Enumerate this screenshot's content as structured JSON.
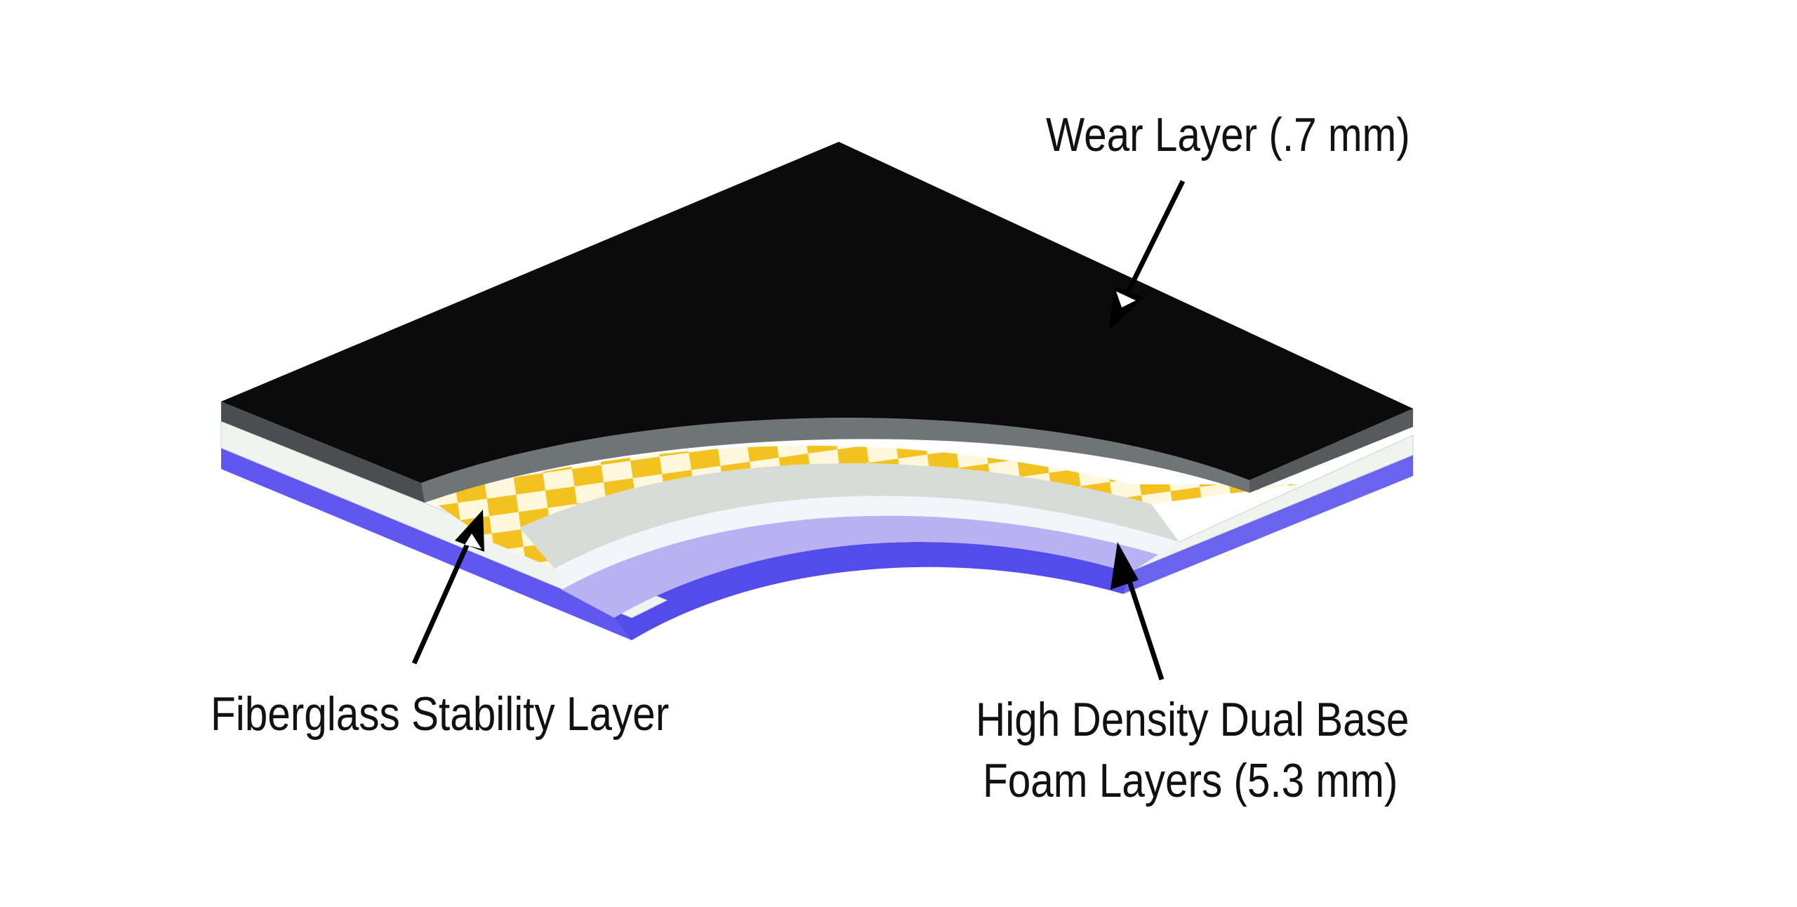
{
  "labels": {
    "wear_layer": "Wear Layer (.7 mm)",
    "fiberglass_layer": "Fiberglass Stability Layer",
    "foam_line1": "High Density Dual Base",
    "foam_line2": "Foam Layers (5.3 mm)"
  },
  "colors": {
    "background": "#ffffff",
    "wear_top": "#0b0b0b",
    "wear_edge": "#6f7475",
    "wear_edge_dark": "#4a4e50",
    "fiberglass_cell": "#f4c21e",
    "fiberglass_base": "#fff8dc",
    "white_layer": "#f1f3f0",
    "light_gray_layer": "#d8dcd9",
    "lavender_layer": "#b9b1f2",
    "foam_blue": "#5f57ef",
    "arrow": "#000000"
  }
}
